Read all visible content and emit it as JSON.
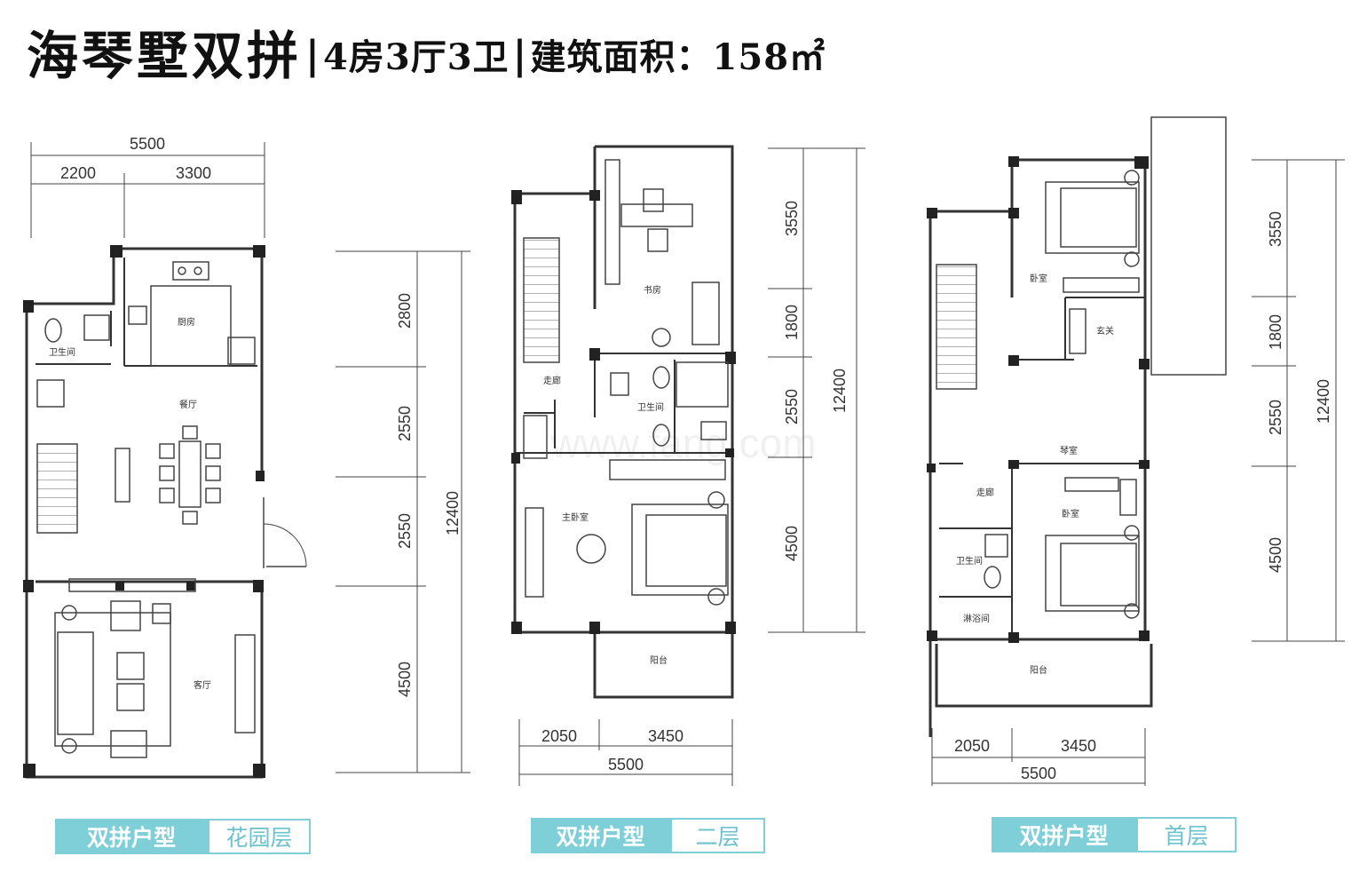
{
  "title": {
    "name": "海琴墅双拼",
    "sep1": "|",
    "layout": "4房3厅3卫",
    "sep2": "|",
    "area": "建筑面积：158㎡"
  },
  "watermark": "www.fang.com",
  "plans": [
    {
      "id": "garden",
      "badge_type": "双拼户型",
      "badge_floor": "花园层",
      "dims_top": {
        "total": "5500",
        "parts": [
          "2200",
          "3300"
        ]
      },
      "dims_right": {
        "total": "12400",
        "parts": [
          "2800",
          "2550",
          "2550",
          "4500"
        ]
      },
      "rooms": {
        "bath": "卫生间",
        "kitchen": "厨房",
        "dining": "餐厅",
        "living": "客厅"
      }
    },
    {
      "id": "second",
      "badge_type": "双拼户型",
      "badge_floor": "二层",
      "dims_bottom": {
        "total": "5500",
        "parts": [
          "2050",
          "3450"
        ]
      },
      "dims_right": {
        "total": "12400",
        "parts": [
          "3550",
          "1800",
          "2550",
          "4500"
        ]
      },
      "rooms": {
        "study": "书房",
        "corridor": "走廊",
        "bath": "卫生间",
        "master": "主卧室",
        "balcony": "阳台"
      }
    },
    {
      "id": "first",
      "badge_type": "双拼户型",
      "badge_floor": "首层",
      "dims_bottom": {
        "total": "5500",
        "parts": [
          "2050",
          "3450"
        ]
      },
      "dims_right": {
        "total": "12400",
        "parts": [
          "3550",
          "1800",
          "2550",
          "4500"
        ]
      },
      "rooms": {
        "bedroom1": "卧室",
        "foyer": "玄关",
        "piano": "琴室",
        "corridor": "走廊",
        "bedroom2": "卧室",
        "bath": "卫生间",
        "shower": "淋浴间",
        "balcony": "阳台"
      }
    }
  ],
  "colors": {
    "wall": "#333333",
    "accent": "#7fcfd8",
    "accent_text": "#6cc3cd",
    "line": "#444444"
  }
}
